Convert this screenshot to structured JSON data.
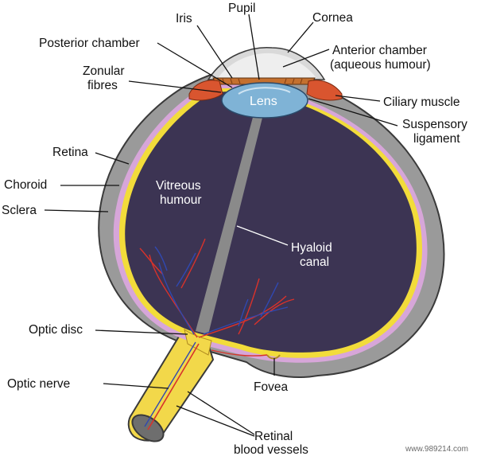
{
  "labels": {
    "iris": "Iris",
    "pupil": "Pupil",
    "cornea": "Cornea",
    "posterior_chamber": "Posterior chamber",
    "anterior_chamber_1": "Anterior chamber",
    "anterior_chamber_2": "(aqueous humour)",
    "zonular_fibres_1": "Zonular",
    "zonular_fibres_2": "fibres",
    "ciliary_muscle": "Ciliary muscle",
    "lens": "Lens",
    "suspensory_ligament_1": "Suspensory",
    "suspensory_ligament_2": "ligament",
    "retina": "Retina",
    "choroid": "Choroid",
    "sclera": "Sclera",
    "vitreous_humour_1": "Vitreous",
    "vitreous_humour_2": "humour",
    "hyaloid_canal_1": "Hyaloid",
    "hyaloid_canal_2": "canal",
    "optic_disc": "Optic disc",
    "optic_nerve": "Optic nerve",
    "fovea": "Fovea",
    "retinal_blood_vessels_1": "Retinal",
    "retinal_blood_vessels_2": "blood vessels"
  },
  "watermark": "www.989214.com",
  "colors": {
    "sclera": "#9a9a9a",
    "sclera_edge": "#3a3a3a",
    "choroid": "#d7a6d9",
    "retina": "#f2dc3a",
    "vitreous": "#3c3453",
    "lens": "#7fb3d6",
    "cornea": "#d9d9d9",
    "iris": "#c4702f",
    "ciliary": "#d9552f",
    "optic_nerve": "#f2d84a",
    "artery": "#d8322b",
    "vein": "#3048b0"
  }
}
